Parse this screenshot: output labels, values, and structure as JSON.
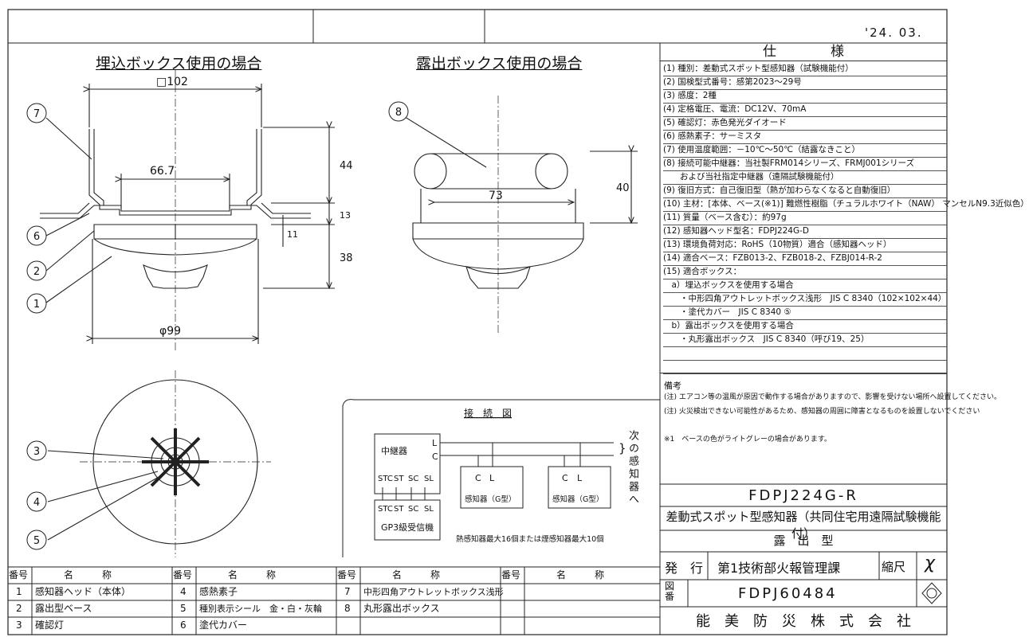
{
  "header": {
    "date": "'24. 03."
  },
  "views": {
    "flush_title": "埋込ボックス使用の場合",
    "surface_title": "露出ボックス使用の場合"
  },
  "dims": {
    "square": "□102",
    "d44": "44",
    "d667": "66.7",
    "d13": "13",
    "d11": "11",
    "d38": "38",
    "d99": "φ99",
    "d73": "73",
    "d40": "40"
  },
  "callouts": [
    "1",
    "2",
    "3",
    "4",
    "5",
    "6",
    "7",
    "8"
  ],
  "spec": {
    "title": "仕　　　　様",
    "rows": [
      "(1) 種別：差動式スポット型感知器（試験機能付）",
      "(2) 国検型式番号：感第2023～29号",
      "(3) 感度：2種",
      "(4) 定格電圧、電流：DC12V、70mA",
      "(5) 確認灯：赤色発光ダイオード",
      "(6) 感熱素子：サーミスタ",
      "(7) 使用温度範囲：－10℃～50℃（結露なきこと）",
      "(8) 接続可能中継器：当社製FRM014シリーズ、FRMJ001シリーズ",
      "　　および当社指定中継器（遠隔試験機能付）",
      "(9) 復旧方式：自己復旧型（熱が加わらなくなると自動復旧）",
      "(10) 主材：[本体、ベース(※1)] 難燃性樹脂（チュラルホワイト（NAW） マンセルN9.3近似色）",
      "(11) 質量（ベース含む）：約97g",
      "(12) 感知器ヘッド型名：FDPJ224G-D",
      "(13) 環境負荷対応：RoHS（10物質）適合（感知器ヘッド）",
      "(14) 適合ベース：FZB013-2、FZB018-2、FZBJ014-R-2",
      "(15) 適合ボックス：",
      "　a）埋込ボックスを使用する場合",
      "　　・中形四角アウトレットボックス浅形　JIS C 8340（102×102×44）",
      "　　・塗代カバー　JIS C 8340 ⑤",
      "　b）露出ボックスを使用する場合",
      "　　・丸形露出ボックス　JIS C 8340（呼び19、25）",
      "",
      ""
    ]
  },
  "notes": {
    "label": "備考",
    "items": [
      "(注) エアコン等の温風が原因で動作する場合がありますので、影響を受けない場所へ設置してください。",
      "(注) 火災検出できない可能性があるため、感知器の周囲に障害となるものを設置しないでください",
      "※1　ベースの色がライトグレーの場合があります。"
    ]
  },
  "wiring": {
    "title": "接　続　図",
    "relay": "中継器",
    "terminal_L": "L",
    "terminal_C": "C",
    "relay_terms": [
      "STC",
      "ST",
      "SC",
      "SL"
    ],
    "receiver_terms": [
      "STC",
      "ST",
      "SC",
      "SL"
    ],
    "receiver": "GP3級受信機",
    "next_label": "次の感知器へ",
    "detector1": "感知器（G型）",
    "detector2": "感知器（G型）",
    "det_C": "C",
    "det_L": "L",
    "max_note": "熱感知器最大16個または煙感知器最大10個"
  },
  "title_block": {
    "model": "FDPJ224G-R",
    "name": "差動式スポット型感知器（共同住宅用遠隔試験機能付）",
    "type": "露　出　型",
    "issue_label": "発　行",
    "dept": "第1技術部火報管理課",
    "scale_label": "縮尺",
    "scale_value": "χ",
    "drawing_label": "図番",
    "drawing_no": "FDPJ60484",
    "company": "能　美　防　災　株　式　会　社"
  },
  "parts": {
    "header_no": "番号",
    "header_name": "名　　　称",
    "items": [
      {
        "no": "1",
        "name": "感知器ヘッド（本体）"
      },
      {
        "no": "2",
        "name": "露出型ベース"
      },
      {
        "no": "3",
        "name": "確認灯"
      },
      {
        "no": "4",
        "name": "感熱素子"
      },
      {
        "no": "5",
        "name": "種別表示シール　金・白・灰輪"
      },
      {
        "no": "6",
        "name": "塗代カバー"
      },
      {
        "no": "7",
        "name": "中形四角アウトレットボックス浅形"
      },
      {
        "no": "8",
        "name": "丸形露出ボックス"
      }
    ]
  }
}
